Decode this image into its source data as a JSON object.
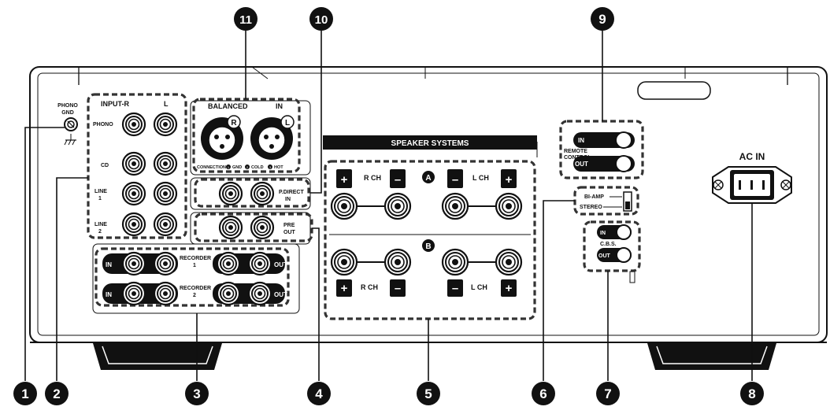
{
  "labels": {
    "phono_gnd": [
      "PHONO",
      "GND"
    ],
    "input_r": "INPUT-R",
    "input_l": "L",
    "phono": "PHONO",
    "cd": "CD",
    "line1": [
      "LINE",
      "1"
    ],
    "line2": [
      "LINE",
      "2"
    ],
    "balanced_in": "BALANCED",
    "balanced_in2": "IN",
    "balanced_r": "R",
    "balanced_l": "L",
    "connection": "CONNECTION",
    "gnd": "GND",
    "cold": "COLD",
    "hot": "HOT",
    "pin1": "1",
    "pin2": "2",
    "pin3": "3",
    "p_direct": [
      "P.DIRECT",
      "IN"
    ],
    "pre_out": [
      "PRE",
      "OUT"
    ],
    "rec_in": "IN",
    "rec_out": "OUT",
    "recorder1": [
      "RECORDER",
      "1"
    ],
    "recorder2": [
      "RECORDER",
      "2"
    ],
    "speaker_systems": "SPEAKER SYSTEMS",
    "r_ch": "R CH",
    "l_ch": "L CH",
    "a": "A",
    "b": "B",
    "plus": "+",
    "minus": "–",
    "remote_control": [
      "REMOTE",
      "CONTROL"
    ],
    "remote_in": "IN",
    "remote_out": "OUT",
    "bi_amp": "BI-AMP",
    "stereo": "STEREO",
    "cbs": "C.B.S.",
    "cbs_in": "IN",
    "cbs_out": "OUT",
    "ac_in": "AC IN"
  },
  "callouts": [
    "1",
    "2",
    "3",
    "4",
    "5",
    "6",
    "7",
    "8",
    "9",
    "10",
    "11"
  ]
}
